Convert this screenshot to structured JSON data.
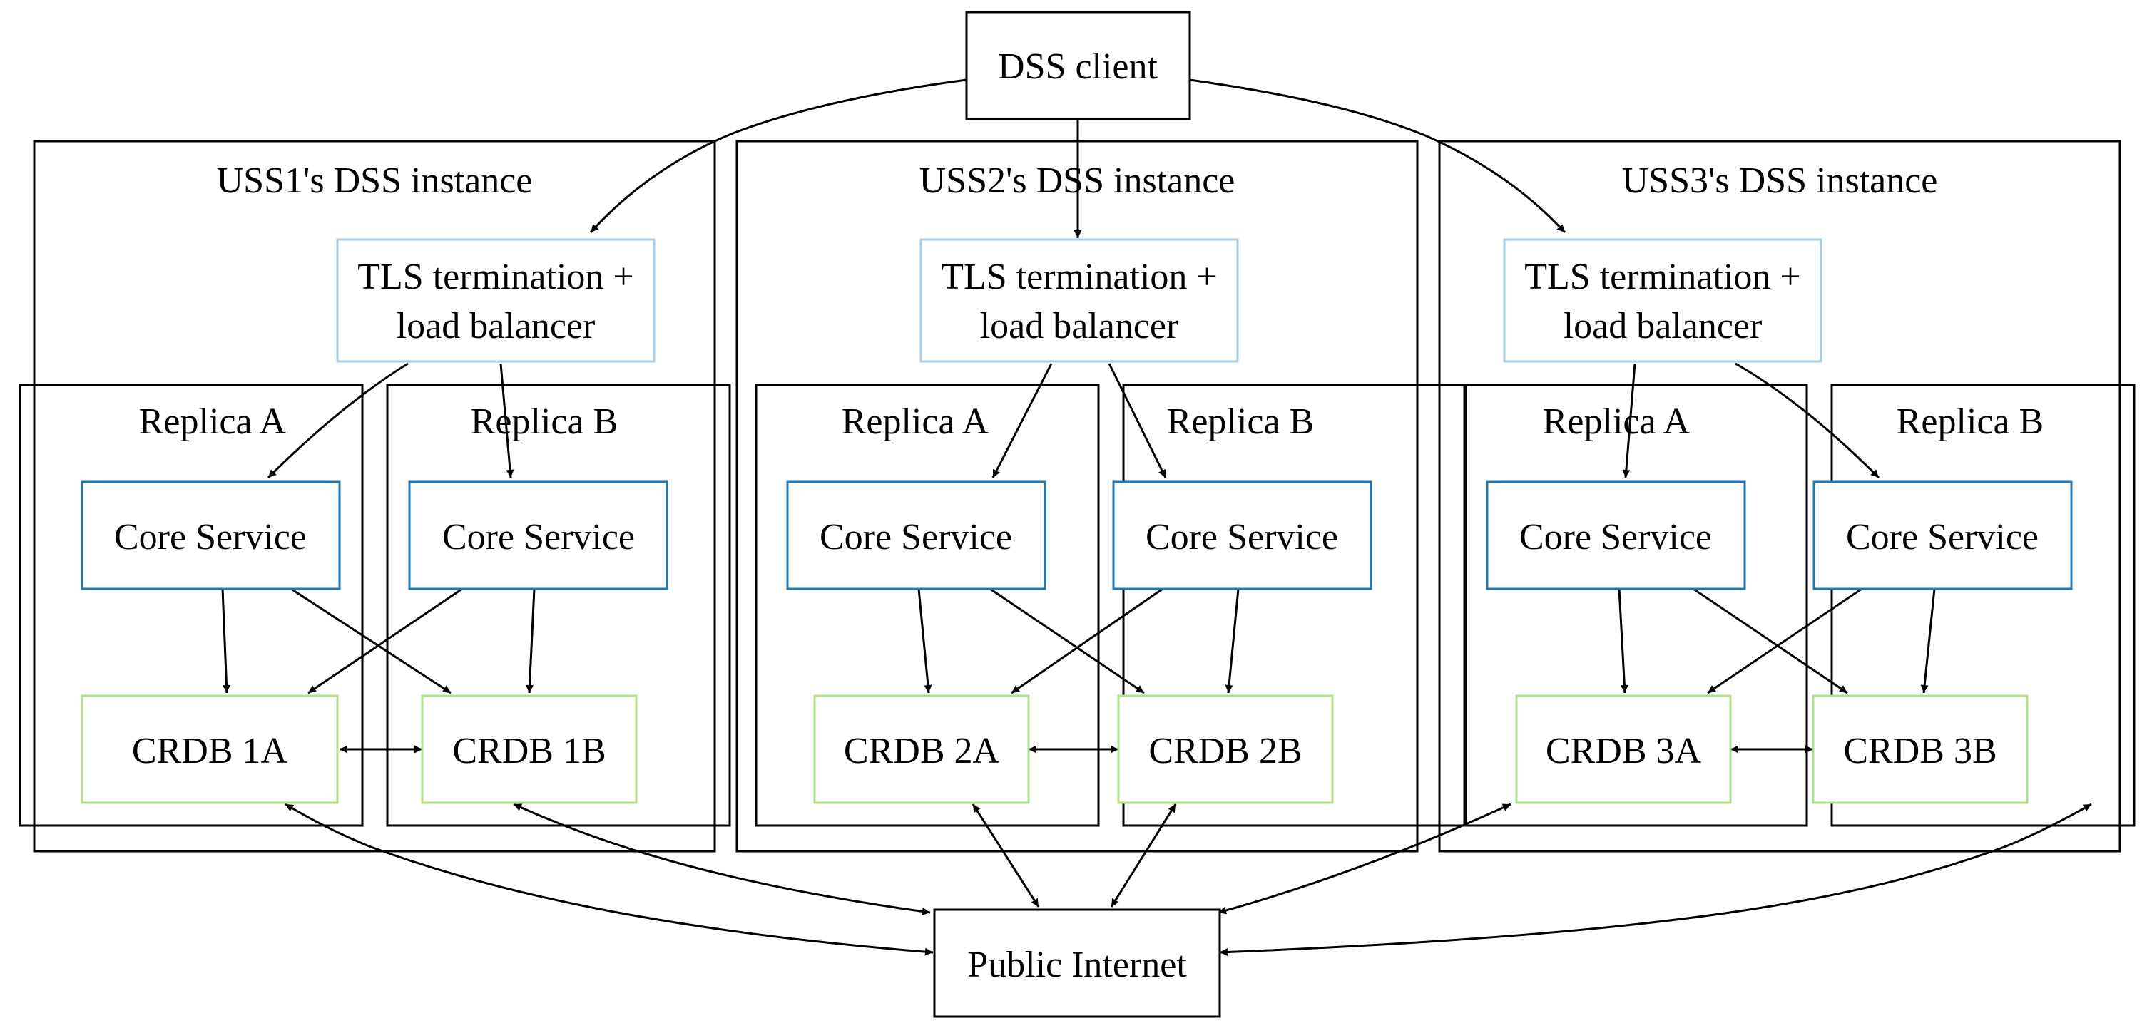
{
  "nodes": {
    "dss_client": "DSS client",
    "public_internet": "Public Internet",
    "uss1": {
      "label": "USS1's DSS instance",
      "lb_line1": "TLS termination +",
      "lb_line2": "load balancer",
      "replica_a": "Replica A",
      "replica_b": "Replica B",
      "core_a": "Core Service",
      "core_b": "Core Service",
      "crdb_a": "CRDB 1A",
      "crdb_b": "CRDB 1B"
    },
    "uss2": {
      "label": "USS2's DSS instance",
      "lb_line1": "TLS termination +",
      "lb_line2": "load balancer",
      "replica_a": "Replica A",
      "replica_b": "Replica B",
      "core_a": "Core Service",
      "core_b": "Core Service",
      "crdb_a": "CRDB 2A",
      "crdb_b": "CRDB 2B"
    },
    "uss3": {
      "label": "USS3's DSS instance",
      "lb_line1": "TLS termination +",
      "lb_line2": "load balancer",
      "replica_a": "Replica A",
      "replica_b": "Replica B",
      "core_a": "Core Service",
      "core_b": "Core Service",
      "crdb_a": "CRDB 3A",
      "crdb_b": "CRDB 3B"
    }
  },
  "colors": {
    "cluster_border": "#000000",
    "lb_border": "#a6cee3",
    "core_border": "#1f78b4",
    "crdb_border": "#b2df8a",
    "edge": "#000000"
  }
}
